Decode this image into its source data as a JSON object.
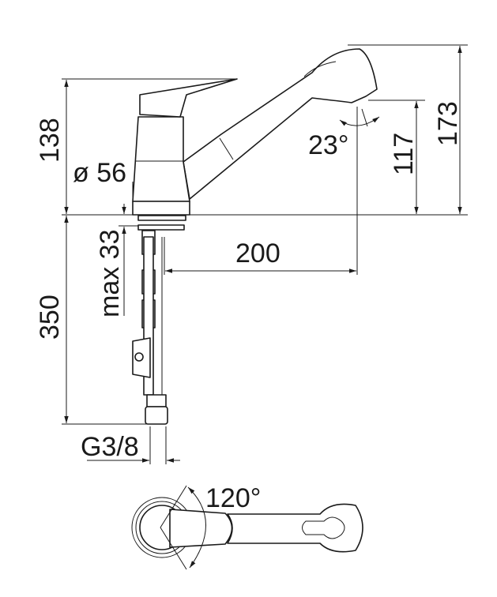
{
  "dimensions": {
    "height_handle": "138",
    "height_total": "173",
    "height_spout": "117",
    "spout_angle": "23°",
    "base_diameter": "ø 56",
    "max_deck": "max 33",
    "reach": "200",
    "hose_length": "350",
    "thread": "G3/8",
    "swivel_angle": "120°"
  },
  "colors": {
    "line": "#1a1a1a",
    "background": "#ffffff"
  }
}
